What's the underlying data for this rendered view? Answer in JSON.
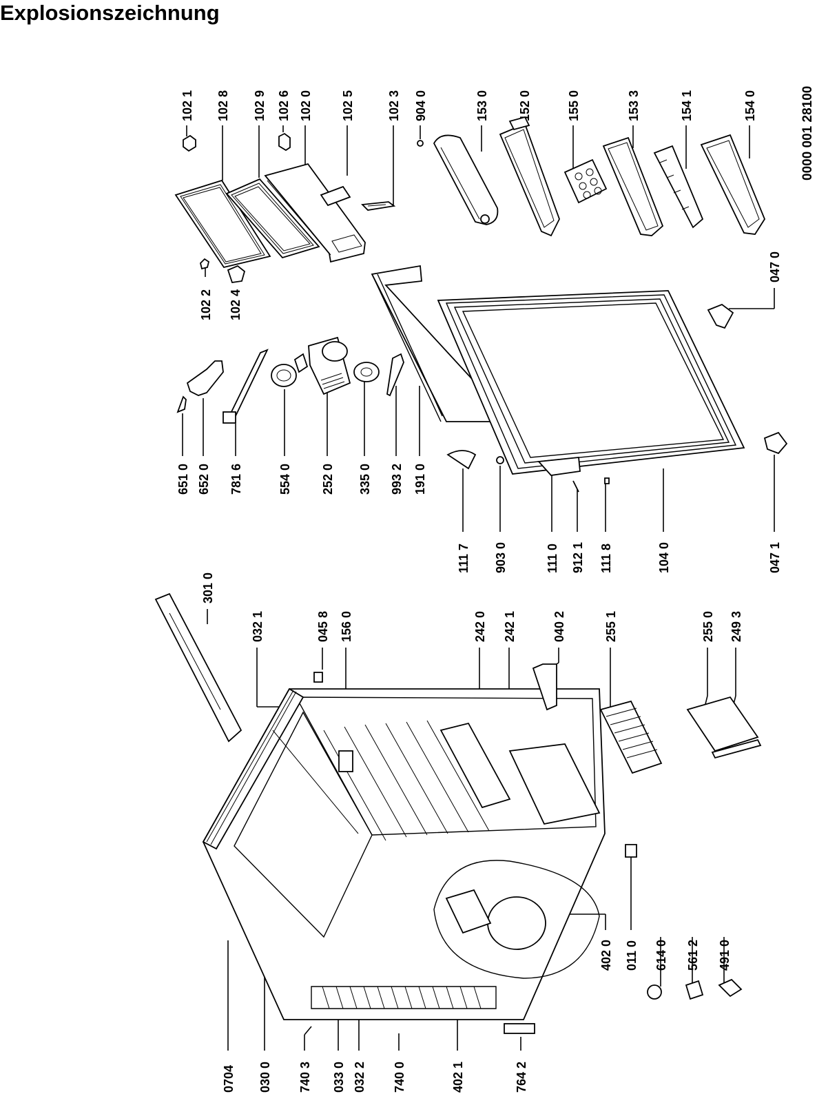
{
  "title": "Explosionszeichnung",
  "document_number": "0000 001 28100",
  "part_labels": {
    "p1021": "102 1",
    "p1028": "102 8",
    "p1029": "102 9",
    "p1026": "102 6",
    "p1020": "102 0",
    "p1025": "102 5",
    "p1023": "102 3",
    "p9040": "904 0",
    "p1530": "153 0",
    "p1520": "152 0",
    "p1550": "155 0",
    "p1533": "153 3",
    "p1541": "154 1",
    "p1540": "154 0",
    "p0470": "047 0",
    "p0471": "047 1",
    "p1022": "102 2",
    "p1024": "102 4",
    "p6510": "651 0",
    "p6520": "652 0",
    "p7816": "781 6",
    "p5540": "554 0",
    "p2520": "252 0",
    "p3350": "335 0",
    "p9932": "993 2",
    "p1910": "191 0",
    "p1117": "111 7",
    "p9030": "903 0",
    "p1110": "111 0",
    "p9121": "912 1",
    "p1118": "111 8",
    "p1040": "104 0",
    "p3010": "301 0",
    "p0321": "032 1",
    "p0458": "045 8",
    "p1560": "156 0",
    "p2420": "242 0",
    "p2421": "242 1",
    "p0402": "040 2",
    "p2551": "255 1",
    "p2550": "255 0",
    "p2493": "249 3",
    "p4020": "402 0",
    "p0110": "011 0",
    "p6140": "614 0",
    "p5612": "561 2",
    "p4910": "491 0",
    "p0704": "0704",
    "p0300": "030 0",
    "p7403": "740 3",
    "p0330": "033 0",
    "p0322": "032 2",
    "p7400": "740 0",
    "p4021": "402 1",
    "p7642": "764 2"
  }
}
